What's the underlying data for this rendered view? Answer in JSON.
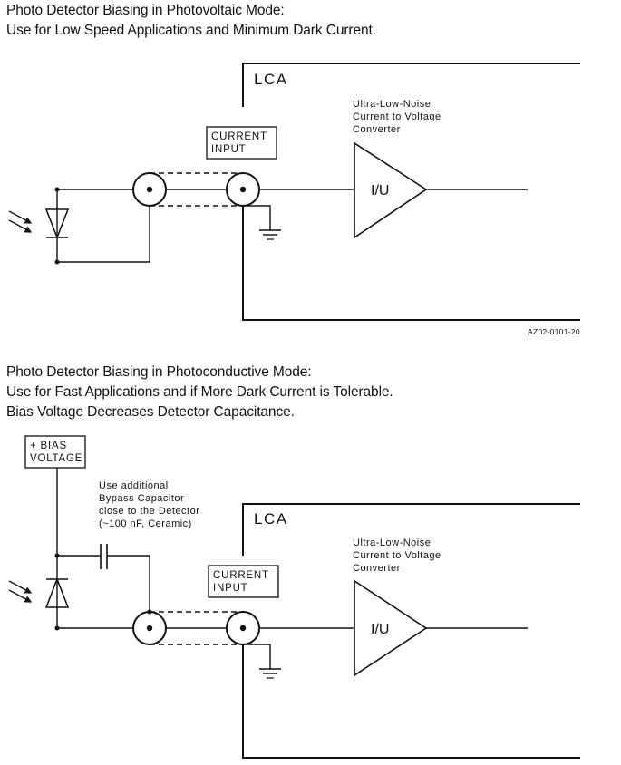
{
  "section1": {
    "caption_line1": "Photo Detector Biasing in Photovoltaic Mode:",
    "caption_line2": "Use for Low Speed Applications and Minimum Dark Current.",
    "lca_label": "LCA",
    "current_input_line1": "CURRENT",
    "current_input_line2": "INPUT",
    "converter_line1": "Ultra-Low-Noise",
    "converter_line2": "Current to Voltage",
    "converter_line3": "Converter",
    "amp_label": "I/U",
    "figure_code": "AZ02-0101-20"
  },
  "section2": {
    "caption_line1": "Photo Detector Biasing in Photoconductive Mode:",
    "caption_line2": "Use for Fast Applications and if More Dark Current is Tolerable.",
    "caption_line3": "Bias Voltage Decreases Detector Capacitance.",
    "bias_line1": "+ BIAS",
    "bias_line2": "VOLTAGE",
    "note_line1": "Use additional",
    "note_line2": "Bypass Capacitor",
    "note_line3": "close to the Detector",
    "note_line4": "(~100 nF, Ceramic)",
    "lca_label": "LCA",
    "current_input_line1": "CURRENT",
    "current_input_line2": "INPUT",
    "converter_line1": "Ultra-Low-Noise",
    "converter_line2": "Current to Voltage",
    "converter_line3": "Converter",
    "amp_label": "I/U"
  }
}
